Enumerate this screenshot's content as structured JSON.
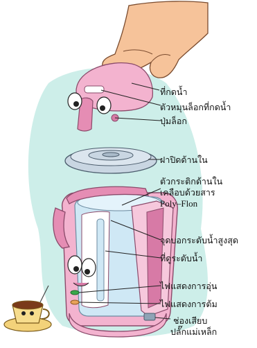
{
  "labels": {
    "dispense_button": "ที่กดน้ำ",
    "lock_knob_button": "ตัวหมุนล็อกที่กดน้ำ",
    "lock_button": "ปุ่มล็อก",
    "inner_lid": "ฝาปิดด้านใน",
    "inner_pot_line1": "ตัวกระติกด้านใน",
    "inner_pot_line2": "เคลือบด้วยสาร",
    "inner_pot_line3": "Poly–Flon",
    "max_water_level": "จุดบอกระดับน้ำสูงสุด",
    "water_gauge": "ที่ดูระดับน้ำ",
    "warm_light": "ไฟแสดงการอุ่น",
    "boil_light": "ไฟแสดงการต้ม",
    "socket_line1": "ช่องเสียบ",
    "socket_line2": "ปลั๊กแม่เหล็ก"
  },
  "colors": {
    "background_blob": "#cdeee9",
    "pink": "#f3b3cf",
    "pink_dark": "#d77aa6",
    "lid_gray": "#c9d6e2",
    "water_blue": "#cfe8f5",
    "light_green": "#3aa84b",
    "light_orange": "#e8a25a",
    "skin": "#f6c39a"
  }
}
